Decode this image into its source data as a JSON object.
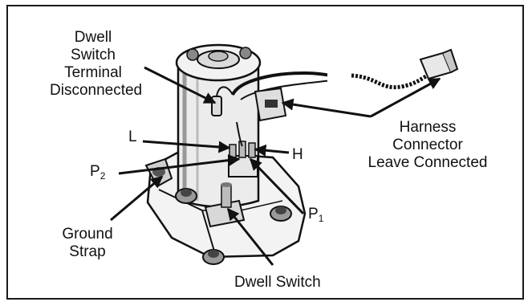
{
  "figure": {
    "labels": {
      "dwell_terminal": [
        "Dwell",
        "Switch",
        "Terminal",
        "Disconnected"
      ],
      "harness": [
        "Harness",
        "Connector",
        "Leave Connected"
      ],
      "terminal_l": "L",
      "terminal_h": "H",
      "terminal_p2_base": "P",
      "terminal_p2_sub": "2",
      "terminal_p1_base": "P",
      "terminal_p1_sub": "1",
      "ground_strap": [
        "Ground",
        "Strap"
      ],
      "dwell_switch": "Dwell Switch"
    }
  }
}
